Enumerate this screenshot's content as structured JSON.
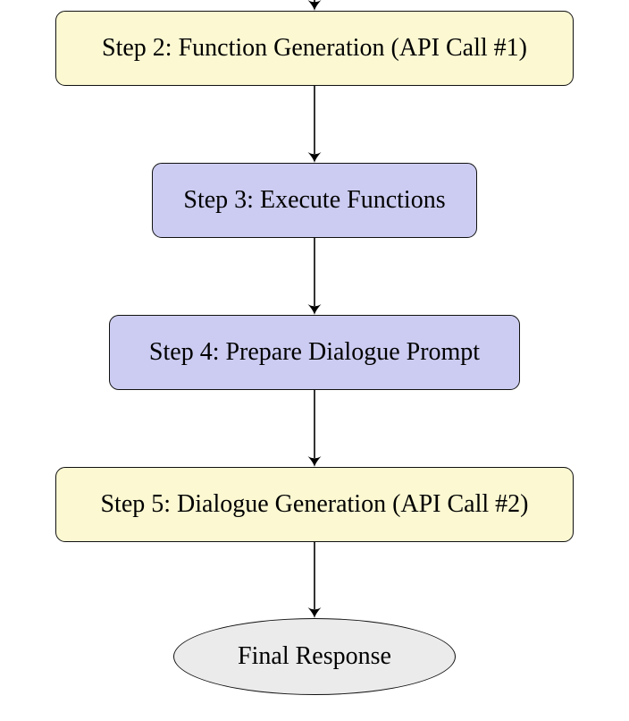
{
  "diagram": {
    "type": "flowchart",
    "orientation": "top-down",
    "background_color": "#ffffff",
    "border_color": "#111111",
    "text_color": "#000000",
    "nodes": [
      {
        "id": "step2",
        "label": "Step 2: Function Generation (API Call #1)",
        "shape": "rounded-rect",
        "fill": "#fbf8d2"
      },
      {
        "id": "step3",
        "label": "Step 3: Execute Functions",
        "shape": "rounded-rect",
        "fill": "#ccccf2"
      },
      {
        "id": "step4",
        "label": "Step 4: Prepare Dialogue Prompt",
        "shape": "rounded-rect",
        "fill": "#ccccf2"
      },
      {
        "id": "step5",
        "label": "Step 5: Dialogue Generation (API Call #2)",
        "shape": "rounded-rect",
        "fill": "#fbf8d2"
      },
      {
        "id": "final",
        "label": "Final Response",
        "shape": "ellipse",
        "fill": "#ebebeb"
      }
    ],
    "edges": [
      {
        "from": "offscreen-above",
        "to": "step2"
      },
      {
        "from": "step2",
        "to": "step3"
      },
      {
        "from": "step3",
        "to": "step4"
      },
      {
        "from": "step4",
        "to": "step5"
      },
      {
        "from": "step5",
        "to": "final"
      }
    ]
  }
}
